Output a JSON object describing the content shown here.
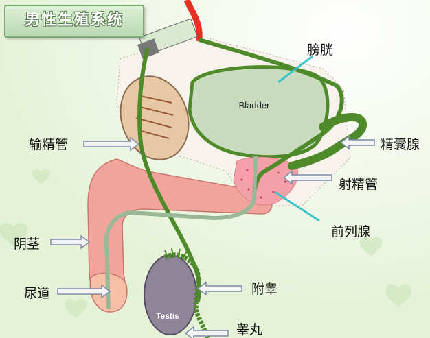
{
  "title": "男性生殖系统",
  "organ_labels": {
    "bladder": "Bladder",
    "testis": "Testis"
  },
  "callouts": {
    "bladder": "膀胱",
    "vas_deferens": "输精管",
    "seminal_vesicle": "精囊腺",
    "ejaculatory_duct": "射精管",
    "prostate": "前列腺",
    "penis": "阴茎",
    "urethra": "尿道",
    "epididymis": "附睾",
    "testis": "睾丸"
  },
  "colors": {
    "background": "#eef6e2",
    "bladder_fill": "#c9dcc0",
    "duct_green": "#4f8a2a",
    "penis_pink": "#f0a49c",
    "prostate_pink": "#f5a0a8",
    "testis_purple": "#8f8599",
    "leader_teal": "#3cc3c9",
    "red_vessel": "#e53224"
  }
}
